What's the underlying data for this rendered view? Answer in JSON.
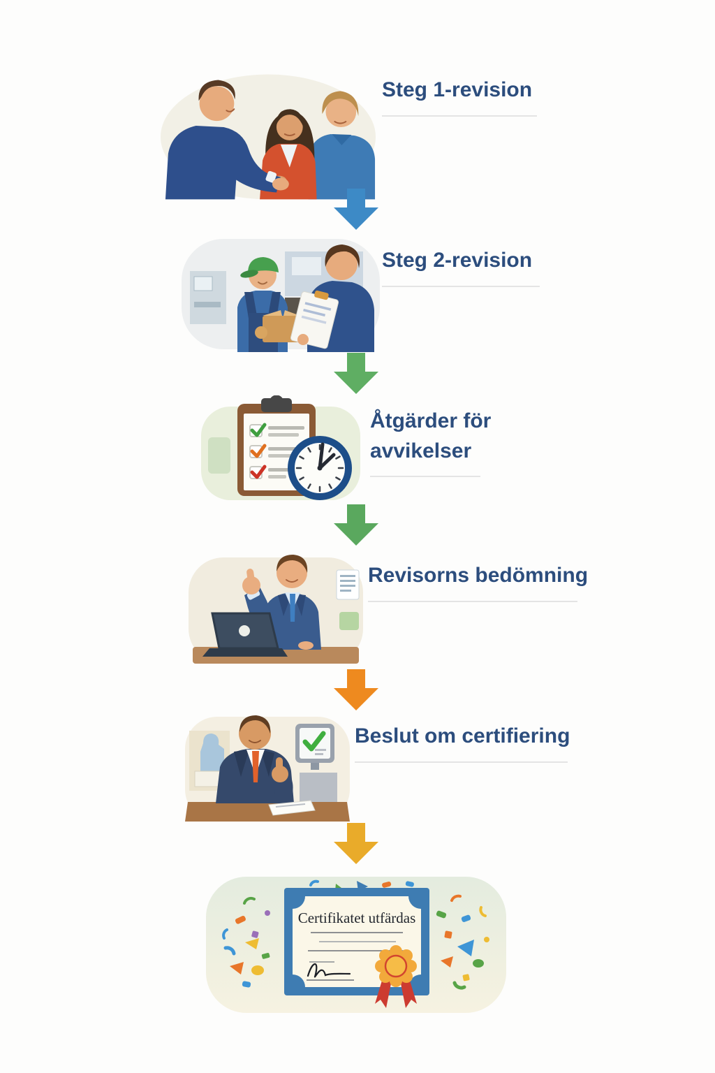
{
  "colors": {
    "heading_text": "#2c4d7d",
    "divider": "#e4e4e4",
    "background": "#fdfdfc",
    "certificate_border": "#3e7cb2",
    "certificate_paper": "#fbf7e8"
  },
  "steps": [
    {
      "label": "Steg 1-revision",
      "illustration": "initial-audit-meeting-illustration",
      "arrow_color": "#3d8ac6"
    },
    {
      "label": "Steg 2-revision",
      "illustration": "site-inspection-illustration",
      "arrow_color": "#5fae63"
    },
    {
      "label": "Åtgärder för avvikelser",
      "illustration": "checklist-clock-illustration",
      "arrow_color": "#5aa85e"
    },
    {
      "label": "Revisorns bedömning",
      "illustration": "auditor-laptop-thumbs-up-illustration",
      "arrow_color": "#ee8a1f"
    },
    {
      "label": "Beslut om certifiering",
      "illustration": "decision-thumbs-up-monitor-illustration",
      "arrow_color": "#e9ab2a"
    },
    {
      "label": "Certifikatet utfärdas",
      "illustration": "certificate-confetti-illustration"
    }
  ]
}
